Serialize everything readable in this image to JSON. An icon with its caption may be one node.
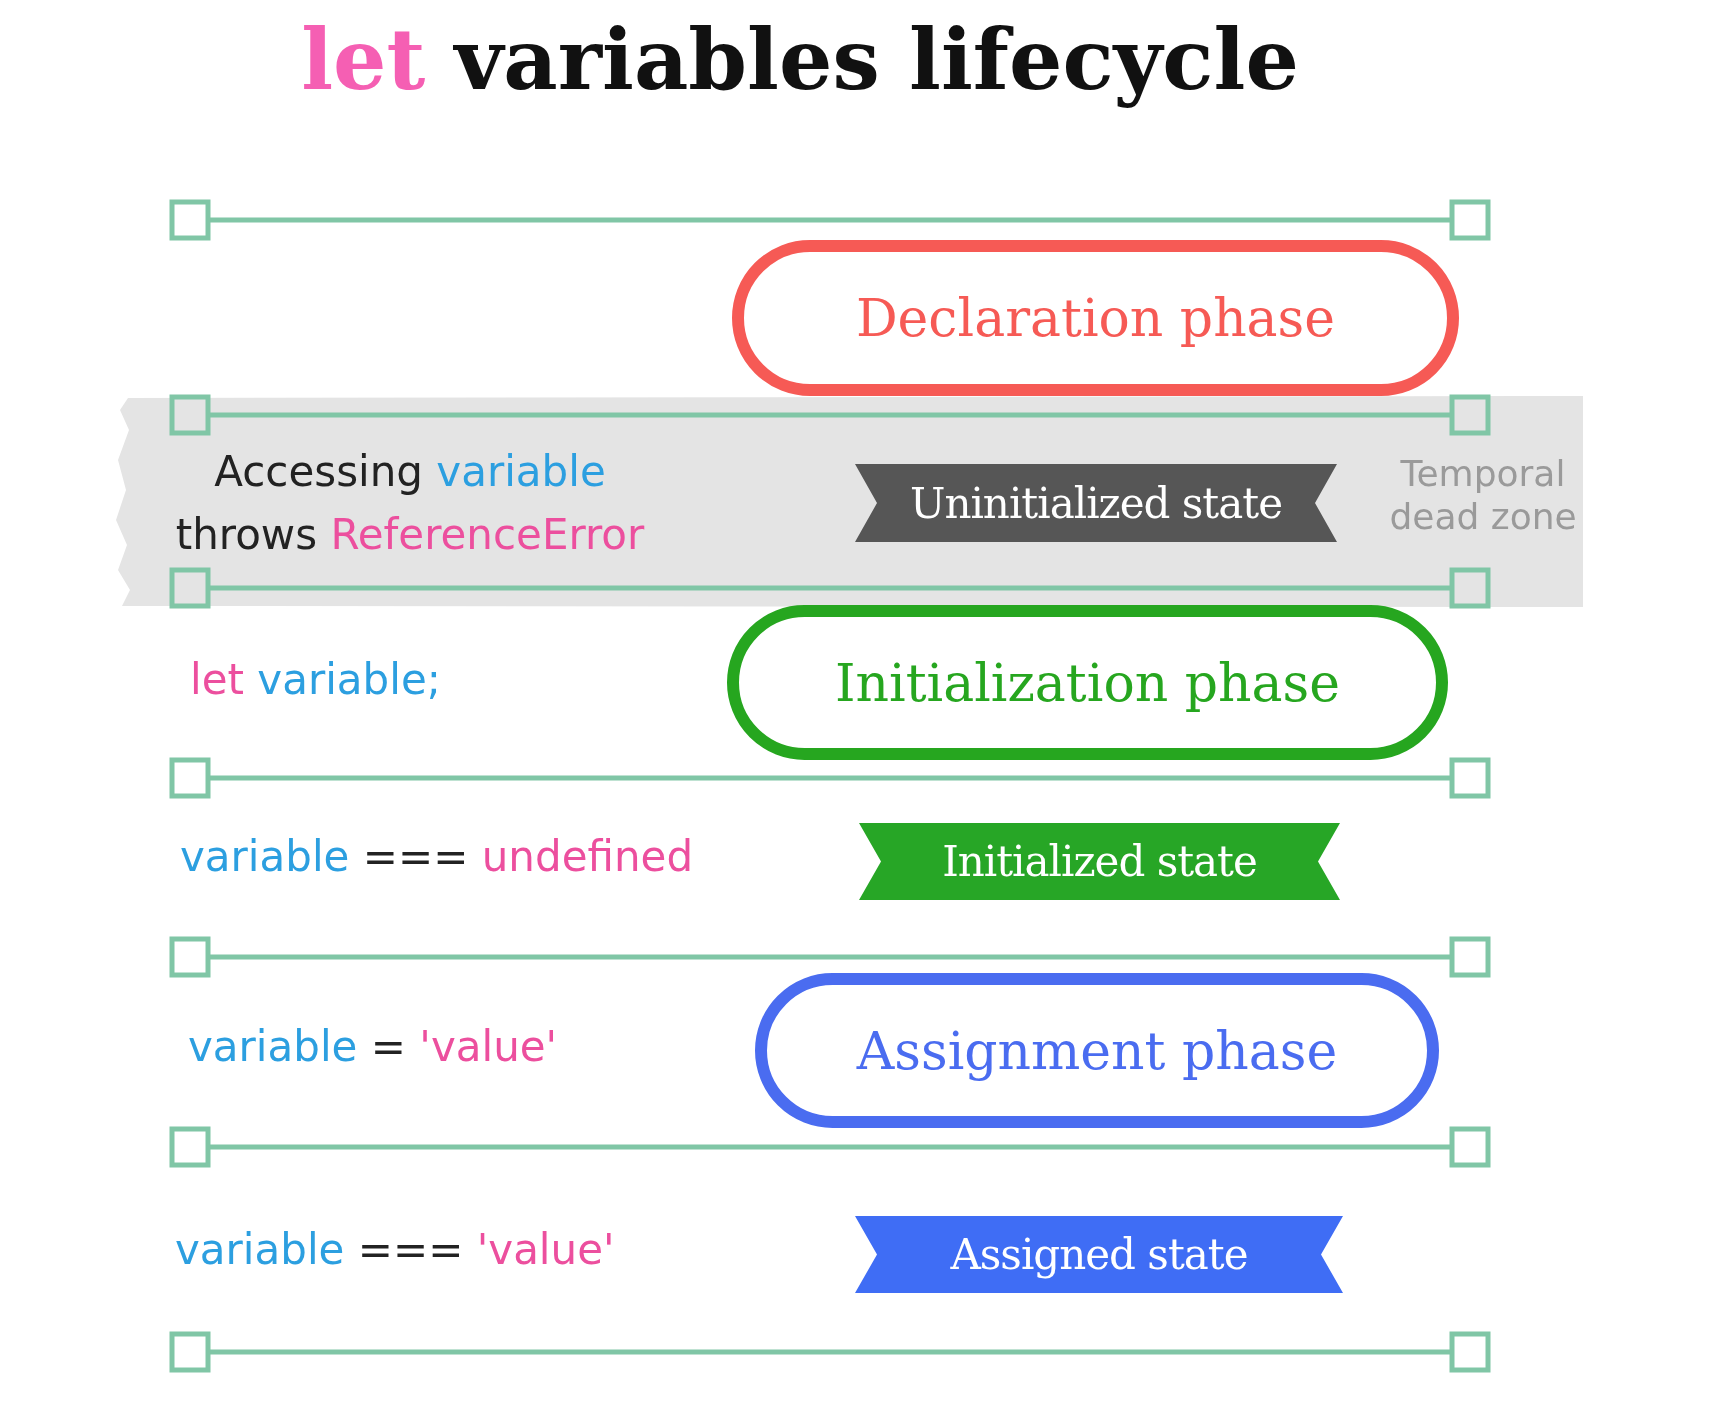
{
  "diagram": {
    "title": "let variables lifecycle",
    "nodes": [
      {
        "text": [
          "Declaration phase"
        ]
      },
      {
        "text": [
          "Uninitialized state"
        ]
      },
      {
        "text": [
          "Initialization phase"
        ]
      },
      {
        "text": [
          "Initialized state"
        ]
      },
      {
        "text": [
          "Assignment phase"
        ]
      },
      {
        "text": [
          "Assigned state"
        ]
      }
    ],
    "labels": [
      "Accessing variable throws ReferenceError",
      "Temporal dead zone",
      "let variable;",
      "variable === undefined",
      "variable = 'value'",
      "variable === 'value'"
    ]
  }
}
